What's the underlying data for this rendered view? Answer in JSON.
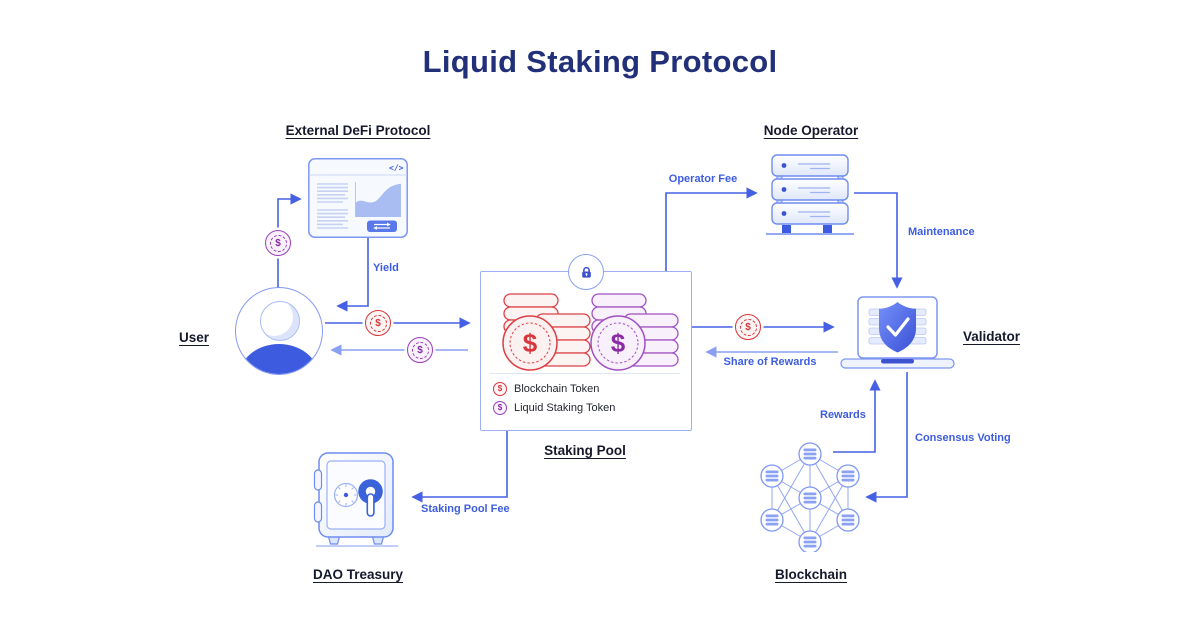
{
  "title": "Liquid Staking Protocol",
  "coin_symbol": "$",
  "code_glyph": "</>",
  "entities": {
    "user": {
      "label": "User",
      "icon": "user-avatar-icon"
    },
    "external_defi": {
      "label": "External DeFi Protocol",
      "icon": "browser-window-icon"
    },
    "node_operator": {
      "label": "Node Operator",
      "icon": "server-stack-icon"
    },
    "staking_pool": {
      "label": "Staking Pool",
      "icon": "coin-stacks-icon",
      "badge_icon": "lock-icon",
      "legend": [
        {
          "icon": "red-coin-icon",
          "label": "Blockchain Token",
          "color": "#d9363c"
        },
        {
          "icon": "purple-coin-icon",
          "label": "Liquid Staking Token",
          "color": "#9b3fb8"
        }
      ]
    },
    "validator": {
      "label": "Validator",
      "icon": "laptop-shield-icon"
    },
    "blockchain": {
      "label": "Blockchain",
      "icon": "network-nodes-icon"
    },
    "dao_treasury": {
      "label": "DAO Treasury",
      "icon": "safe-vault-icon"
    }
  },
  "flows": {
    "yield": {
      "label": "Yield"
    },
    "operator_fee": {
      "label": "Operator Fee"
    },
    "maintenance": {
      "label": "Maintenance"
    },
    "share_of_rewards": {
      "label": "Share of Rewards"
    },
    "rewards": {
      "label": "Rewards"
    },
    "consensus_voting": {
      "label": "Consensus Voting"
    },
    "staking_pool_fee": {
      "label": "Staking Pool Fee"
    }
  },
  "colors": {
    "title_navy": "#213078",
    "entity_label_dark": "#15192b",
    "flow_label_blue": "#3d5ce0",
    "line_blue": "#4560e4",
    "line_blue_light": "#8aa0f2",
    "token_red": "#d9363c",
    "token_purple": "#9b3fb8",
    "solid_accent_blue": "#3d5bdf"
  }
}
